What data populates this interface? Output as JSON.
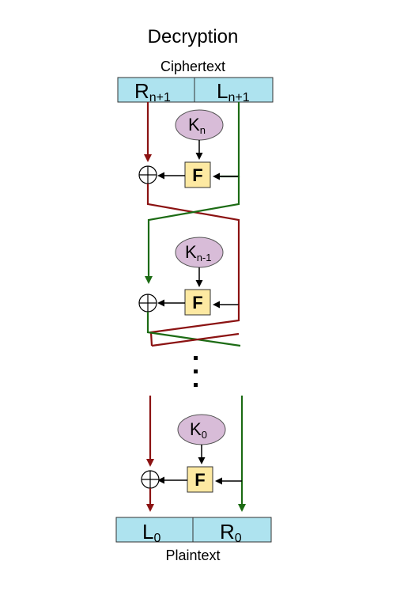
{
  "title": "Decryption",
  "top_label": "Ciphertext",
  "bottom_label": "Plaintext",
  "top_block": {
    "left": {
      "main": "R",
      "sub": "n+1"
    },
    "right": {
      "main": "L",
      "sub": "n+1"
    }
  },
  "bottom_block": {
    "left": {
      "main": "L",
      "sub": "0"
    },
    "right": {
      "main": "R",
      "sub": "0"
    }
  },
  "rounds": [
    {
      "key_main": "K",
      "key_sub": "n",
      "f_label": "F"
    },
    {
      "key_main": "K",
      "key_sub": "n-1",
      "f_label": "F"
    },
    {
      "key_main": "K",
      "key_sub": "0",
      "f_label": "F"
    }
  ],
  "colors": {
    "block_fill": "#aee3ef",
    "key_fill": "#d8bcd8",
    "f_fill": "#fde9a2",
    "red_line": "#8b1212",
    "green_line": "#1c6b14"
  }
}
